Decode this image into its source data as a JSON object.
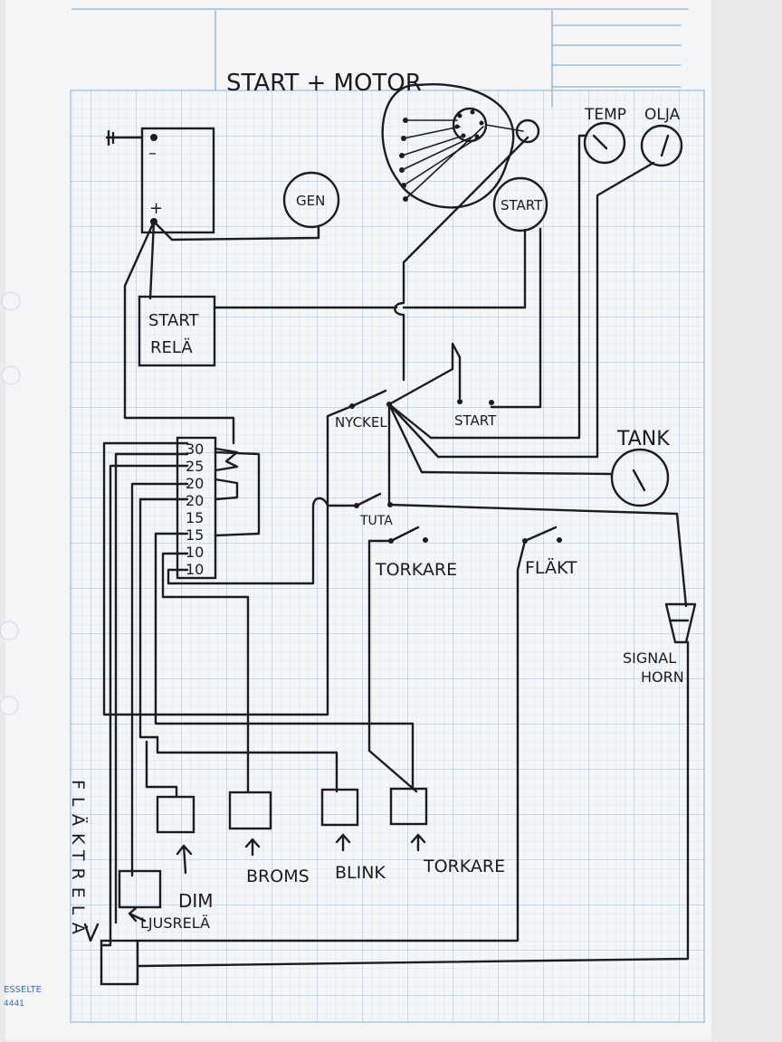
{
  "title": "START + MOTOR",
  "components": {
    "gen": "GEN",
    "start_motor": "START",
    "temp": "TEMP",
    "olja": "OLJA",
    "tank": "TANK",
    "start_rela_1": "START",
    "start_rela_2": "RELÄ",
    "nyckel": "NYCKEL",
    "start_switch": "START",
    "tuta": "TUTA",
    "torkare_switch": "TORKARE",
    "flakt_switch": "FLÄKT",
    "signal_horn_1": "SIGNAL",
    "signal_horn_2": "HORN",
    "broms": "BROMS",
    "blink": "BLINK",
    "torkare": "TORKARE",
    "dim": "DIM",
    "ljusrela": "LJUSRELÄ",
    "flakt_rela": "FLÄKTRELÄ"
  },
  "terminals": [
    "30",
    "25",
    "20",
    "20",
    "15",
    "15",
    "10",
    "10"
  ],
  "battery_signs": {
    "minus": "–",
    "plus": "+"
  },
  "brand": {
    "name": "ESSELTE",
    "code": "4441"
  },
  "colors": {
    "paper": "#f3f5f7",
    "grid_minor": "#c9d9ea",
    "grid_major": "#9fbbd6",
    "ink": "#1c1c20"
  }
}
